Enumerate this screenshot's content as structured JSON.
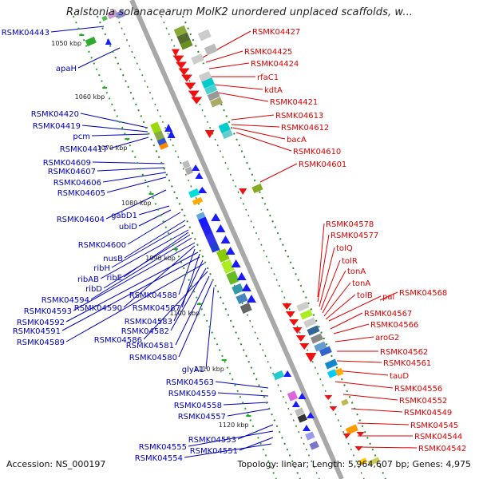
{
  "title": "Ralstonia solanacearum MolK2 unordered unplaced scaffolds, w...",
  "footer": {
    "accession": "Accession: NS_000197",
    "summary": "Topology: linear; Length: 5,964,607 bp; Genes: 4,975"
  },
  "colors": {
    "forward_strand_label": "#0000bb",
    "reverse_strand_label": "#dd0000",
    "backbone": "#a8a8a8",
    "ruler_ticks": "#22aa22",
    "forward_gene": "#1a1aff",
    "reverse_gene": "#ee1111"
  },
  "ruler": [
    "1050 kbp",
    "1060 kbp",
    "1070 kbp",
    "1080 kbp",
    "1090 kbp",
    "1100 kbp",
    "1110 kbp",
    "1120 kbp"
  ],
  "left_labels": [
    "RSMK04443",
    "apaH",
    "RSMK04420",
    "RSMK04419",
    "pcm",
    "RSMK04417",
    "RSMK04609",
    "RSMK04607",
    "RSMK04606",
    "RSMK04605",
    "RSMK04604",
    "gabD1",
    "ubiD",
    "RSMK04600",
    "nusB",
    "ribH",
    "ribAB",
    "ribE",
    "ribD",
    "RSMK04594",
    "RSMK04593",
    "RSMK04590",
    "RSMK04588",
    "RSMK04592",
    "RSMK04587",
    "RSMK04591",
    "RSMK04583",
    "RSMK04589",
    "RSMK04582",
    "RSMK04586",
    "RSMK04581",
    "RSMK04580",
    "glyA1",
    "RSMK04563",
    "RSMK04559",
    "RSMK04558",
    "RSMK04557",
    "RSMK04553",
    "RSMK04555",
    "RSMK04551",
    "RSMK04554"
  ],
  "right_labels": [
    "RSMK04427",
    "RSMK04425",
    "RSMK04424",
    "rfaC1",
    "kdtA",
    "RSMK04421",
    "RSMK04613",
    "RSMK04612",
    "bacA",
    "RSMK04610",
    "RSMK04601",
    "RSMK04578",
    "RSMK04577",
    "tolQ",
    "tolR",
    "tonA",
    "tonA",
    "tolB",
    "pal",
    "RSMK04568",
    "RSMK04567",
    "RSMK04566",
    "aroG2",
    "RSMK04562",
    "RSMK04561",
    "tauD",
    "RSMK04556",
    "RSMK04552",
    "RSMK04549",
    "RSMK04545",
    "RSMK04544",
    "RSMK04542"
  ]
}
